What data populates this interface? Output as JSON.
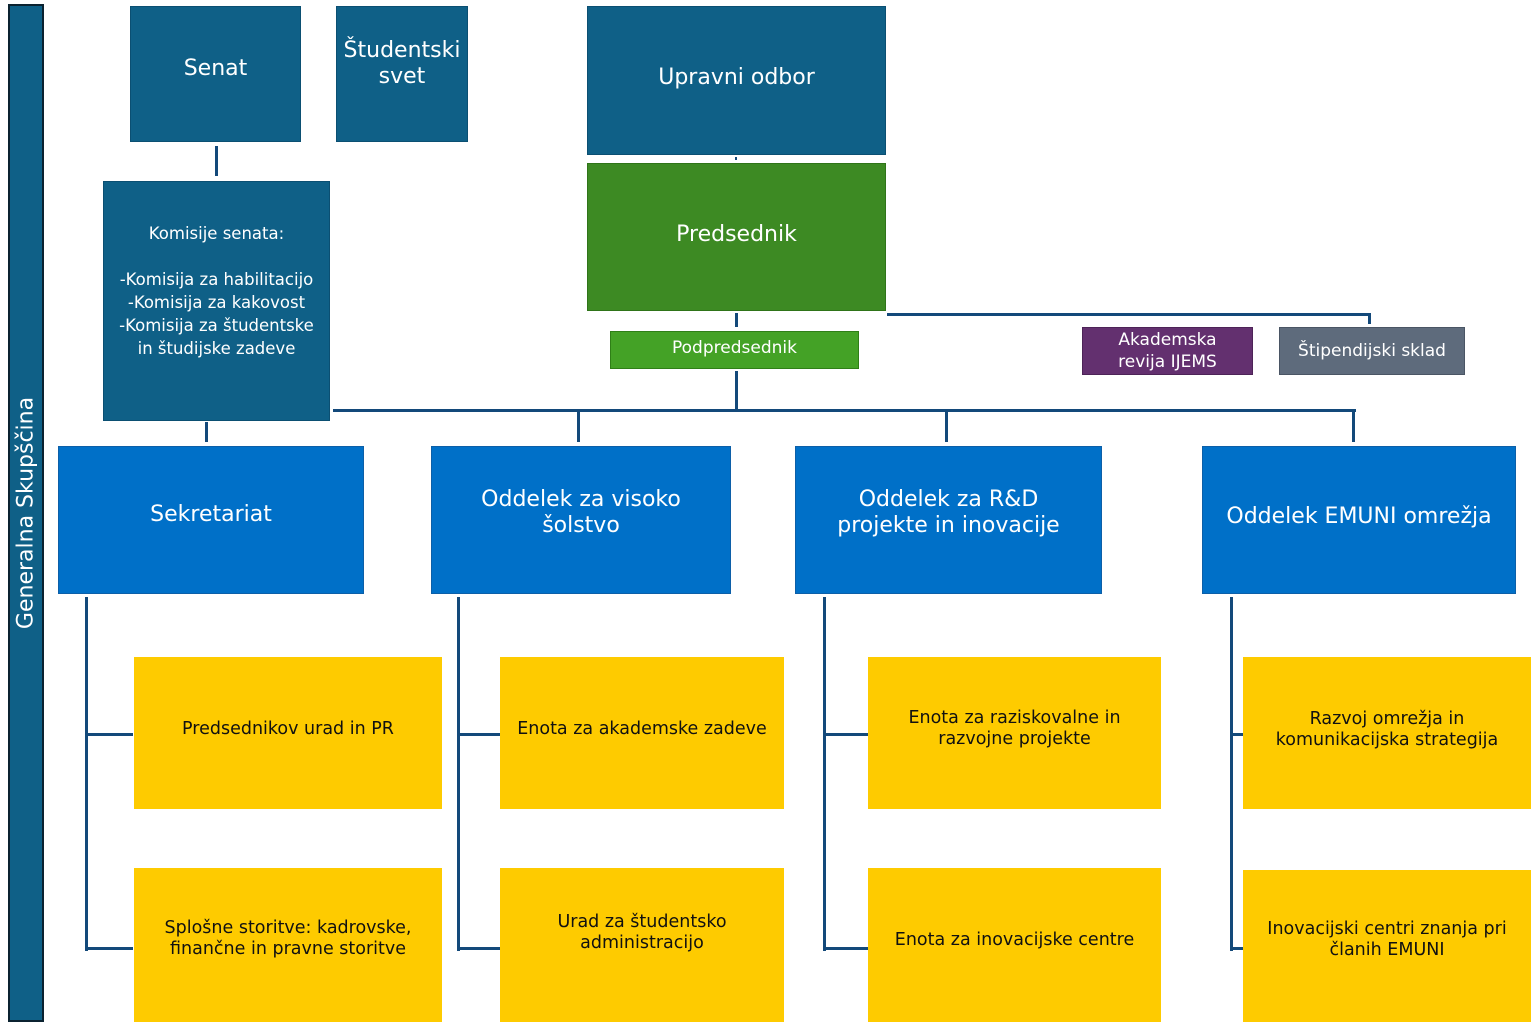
{
  "sidebar": {
    "label": "Generalna Skupščina"
  },
  "top": {
    "senat": "Senat",
    "studentski_svet": "Študentski\nsvet",
    "upravni_odbor": "Upravni odbor",
    "komisije": "Komisije senata:\n\n-Komisija za habilitacijo\n-Komisija za kakovost\n-Komisija za študentske\nin študijske zadeve",
    "predsednik": "Predsednik",
    "podpredsednik": "Podpredsednik",
    "akademska_revija": "Akademska\nrevija IJEMS",
    "stipendijski_sklad": "Štipendijski sklad"
  },
  "departments": [
    {
      "name": "Sekretariat",
      "units": [
        "Predsednikov urad in PR",
        "Splošne storitve: kadrovske,\nfinančne in pravne storitve"
      ]
    },
    {
      "name": "Oddelek za visoko\nšolstvo",
      "units": [
        "Enota za akademske zadeve",
        "Urad za študentsko\nadministracijo"
      ]
    },
    {
      "name": "Oddelek za R&D\nprojekte in inovacije",
      "units": [
        "Enota za raziskovalne in\nrazvojne projekte",
        "Enota za inovacijske centre"
      ]
    },
    {
      "name": "Oddelek EMUNI omrežja",
      "units": [
        "Razvoj omrežja in\nkomunikacijska strategija",
        "Inovacijski centri znanja pri\nčlanih EMUNI"
      ]
    }
  ],
  "colors": {
    "governance": "#0f6087",
    "president": "#3d8a23",
    "vice_president": "#44a226",
    "department": "#0070c8",
    "unit": "#fecb00",
    "journal": "#63306f",
    "fund": "#5e6b7c",
    "connector": "#13497a"
  }
}
